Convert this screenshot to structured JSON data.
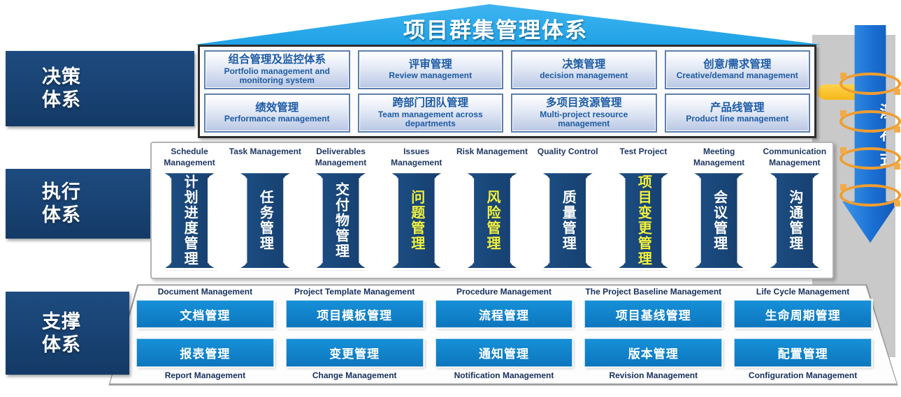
{
  "title": "项目群集管理体系",
  "waterfall": {
    "label": "瀑布式"
  },
  "sections": {
    "decision": {
      "label": "决策体系",
      "boxes": [
        {
          "zh": "组合管理及监控体系",
          "en": "Portfolio management and monitoring system"
        },
        {
          "zh": "评审管理",
          "en": "Review management"
        },
        {
          "zh": "决策管理",
          "en": "decision management"
        },
        {
          "zh": "创意/需求管理",
          "en": "Creative/demand management"
        },
        {
          "zh": "绩效管理",
          "en": "Performance management"
        },
        {
          "zh": "跨部门团队管理",
          "en": "Team management across departments"
        },
        {
          "zh": "多项目资源管理",
          "en": "Multi-project resource management"
        },
        {
          "zh": "产品线管理",
          "en": "Product line management"
        }
      ]
    },
    "execution": {
      "label": "执行体系",
      "pillars": [
        {
          "en": "Schedule Management",
          "zh": "计划进度管理",
          "highlight": false
        },
        {
          "en": "Task Management",
          "zh": "任务管理",
          "highlight": false
        },
        {
          "en": "Deliverables Management",
          "zh": "交付物管理",
          "highlight": false
        },
        {
          "en": "Issues Management",
          "zh": "问题管理",
          "highlight": true
        },
        {
          "en": "Risk Management",
          "zh": "风险管理",
          "highlight": true
        },
        {
          "en": "Quality Control",
          "zh": "质量管理",
          "highlight": false
        },
        {
          "en": "Test Project",
          "zh": "项目变更管理",
          "highlight": true
        },
        {
          "en": "Meeting Management",
          "zh": "会议管理",
          "highlight": false
        },
        {
          "en": "Communication Management",
          "zh": "沟通管理",
          "highlight": false
        }
      ]
    },
    "support": {
      "label": "支撑体系",
      "row1": [
        {
          "en": "Document Management",
          "zh": "文档管理"
        },
        {
          "en": "Project Template Management",
          "zh": "项目模板管理"
        },
        {
          "en": "Procedure Management",
          "zh": "流程管理"
        },
        {
          "en": "The Project Baseline Management",
          "zh": "项目基线管理"
        },
        {
          "en": "Life Cycle Management",
          "zh": "生命周期管理"
        }
      ],
      "row2": [
        {
          "en": "Report Management",
          "zh": "报表管理"
        },
        {
          "en": "Change Management",
          "zh": "变更管理"
        },
        {
          "en": "Notification Management",
          "zh": "通知管理"
        },
        {
          "en": "Revision Management",
          "zh": "版本管理"
        },
        {
          "en": "Configuration Management",
          "zh": "配置管理"
        }
      ]
    }
  },
  "colors": {
    "roof_blue": "#29a7e8",
    "plate_navy": "#16406e",
    "pillar_navy": "#17497e",
    "pillar_highlight_text": "#f2f13c",
    "decision_box_text": "#1d5ba5",
    "support_box_blue": "#0f82ca",
    "arrow_blue": "#1b74d6",
    "ring_orange": "#ef9d30",
    "connector_yellow": "#fec52f",
    "header_text": "#1f3864"
  }
}
